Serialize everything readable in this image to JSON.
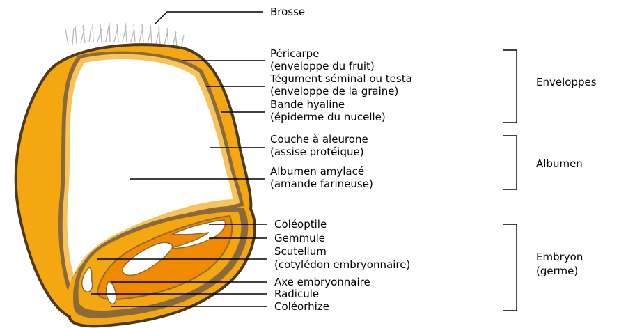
{
  "labels": {
    "brosse": "Brosse",
    "pericarpe": "Péricarpe",
    "pericarpe_sub": "(enveloppe du fruit)",
    "tegument": "Tégument séminal ou testa",
    "tegument_sub": "(enveloppe de la graine)",
    "bande": "Bande hyaline",
    "bande_sub": "(épiderme du nucelle)",
    "couche": "Couche à aleurone",
    "couche_sub": "(assise protéique)",
    "albumen_amylace": "Albumen amylacé",
    "albumen_amylace_sub": "(amande farineuse)",
    "coleoptile": "Coléoptile",
    "gemmule": "Gemmule",
    "scutellum": "Scutellum",
    "scutellum_sub": "(cotylédon embryonnaire)",
    "axe": "Axe embryonnaire",
    "radicule": "Radicule",
    "coleorhize": "Coléorhize"
  },
  "groups": {
    "enveloppes": "Enveloppes",
    "albumen": "Albumen",
    "embryon": "Embryon",
    "embryon_sub": "(germe)"
  },
  "colors": {
    "outer": "#f5a712",
    "outline": "#4a3a1a",
    "layer_light": "#f7c35a",
    "layer_brown": "#8b6a3a",
    "endosperm": "#ffffff",
    "embryo": "#f08a00"
  }
}
